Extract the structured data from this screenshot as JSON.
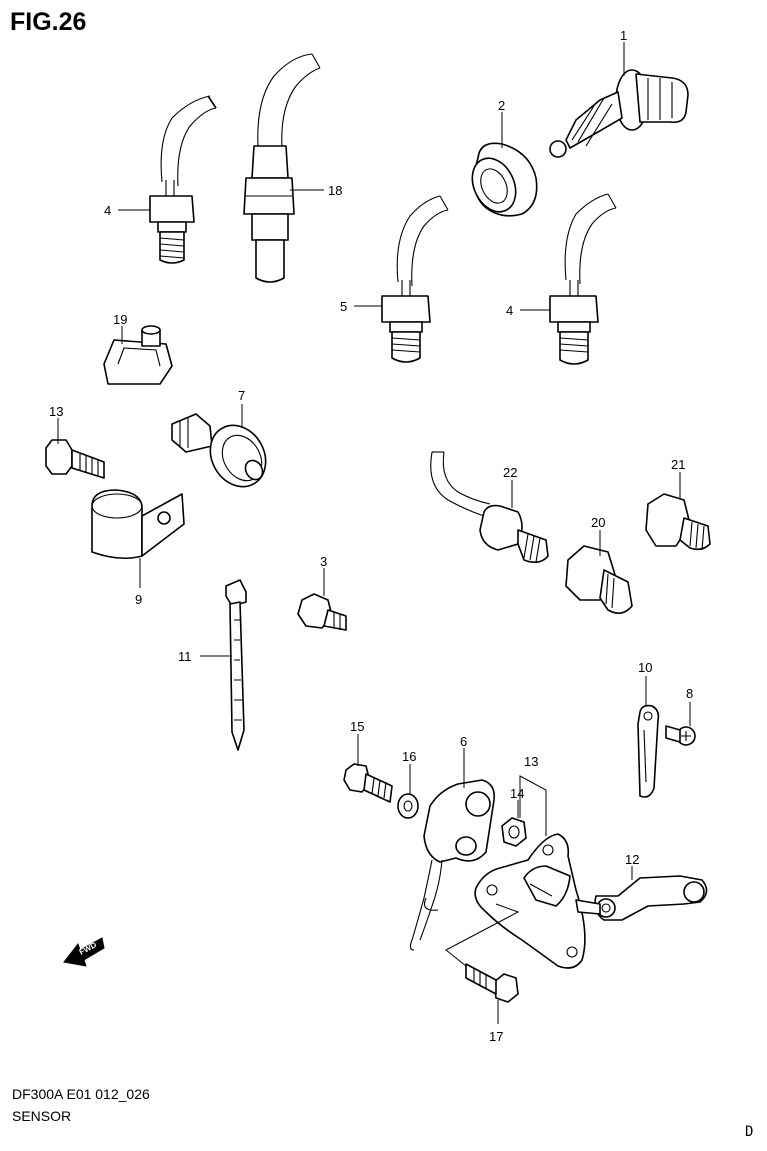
{
  "figure": {
    "title": "FIG.26",
    "model_code": "DF300A E01 012_026",
    "section_name": "SENSOR",
    "corner_letter": "D",
    "fwd_label": "FWD"
  },
  "callouts": [
    {
      "id": "c1",
      "label": "1"
    },
    {
      "id": "c2",
      "label": "2"
    },
    {
      "id": "c4a",
      "label": "4"
    },
    {
      "id": "c18",
      "label": "18"
    },
    {
      "id": "c5",
      "label": "5"
    },
    {
      "id": "c4b",
      "label": "4"
    },
    {
      "id": "c19",
      "label": "19"
    },
    {
      "id": "c13a",
      "label": "13"
    },
    {
      "id": "c7",
      "label": "7"
    },
    {
      "id": "c22",
      "label": "22"
    },
    {
      "id": "c21",
      "label": "21"
    },
    {
      "id": "c20",
      "label": "20"
    },
    {
      "id": "c9",
      "label": "9"
    },
    {
      "id": "c3",
      "label": "3"
    },
    {
      "id": "c11",
      "label": "11"
    },
    {
      "id": "c10",
      "label": "10"
    },
    {
      "id": "c8",
      "label": "8"
    },
    {
      "id": "c15",
      "label": "15"
    },
    {
      "id": "c16",
      "label": "16"
    },
    {
      "id": "c6",
      "label": "6"
    },
    {
      "id": "c13b",
      "label": "13"
    },
    {
      "id": "c14",
      "label": "14"
    },
    {
      "id": "c12",
      "label": "12"
    },
    {
      "id": "c17",
      "label": "17"
    }
  ]
}
